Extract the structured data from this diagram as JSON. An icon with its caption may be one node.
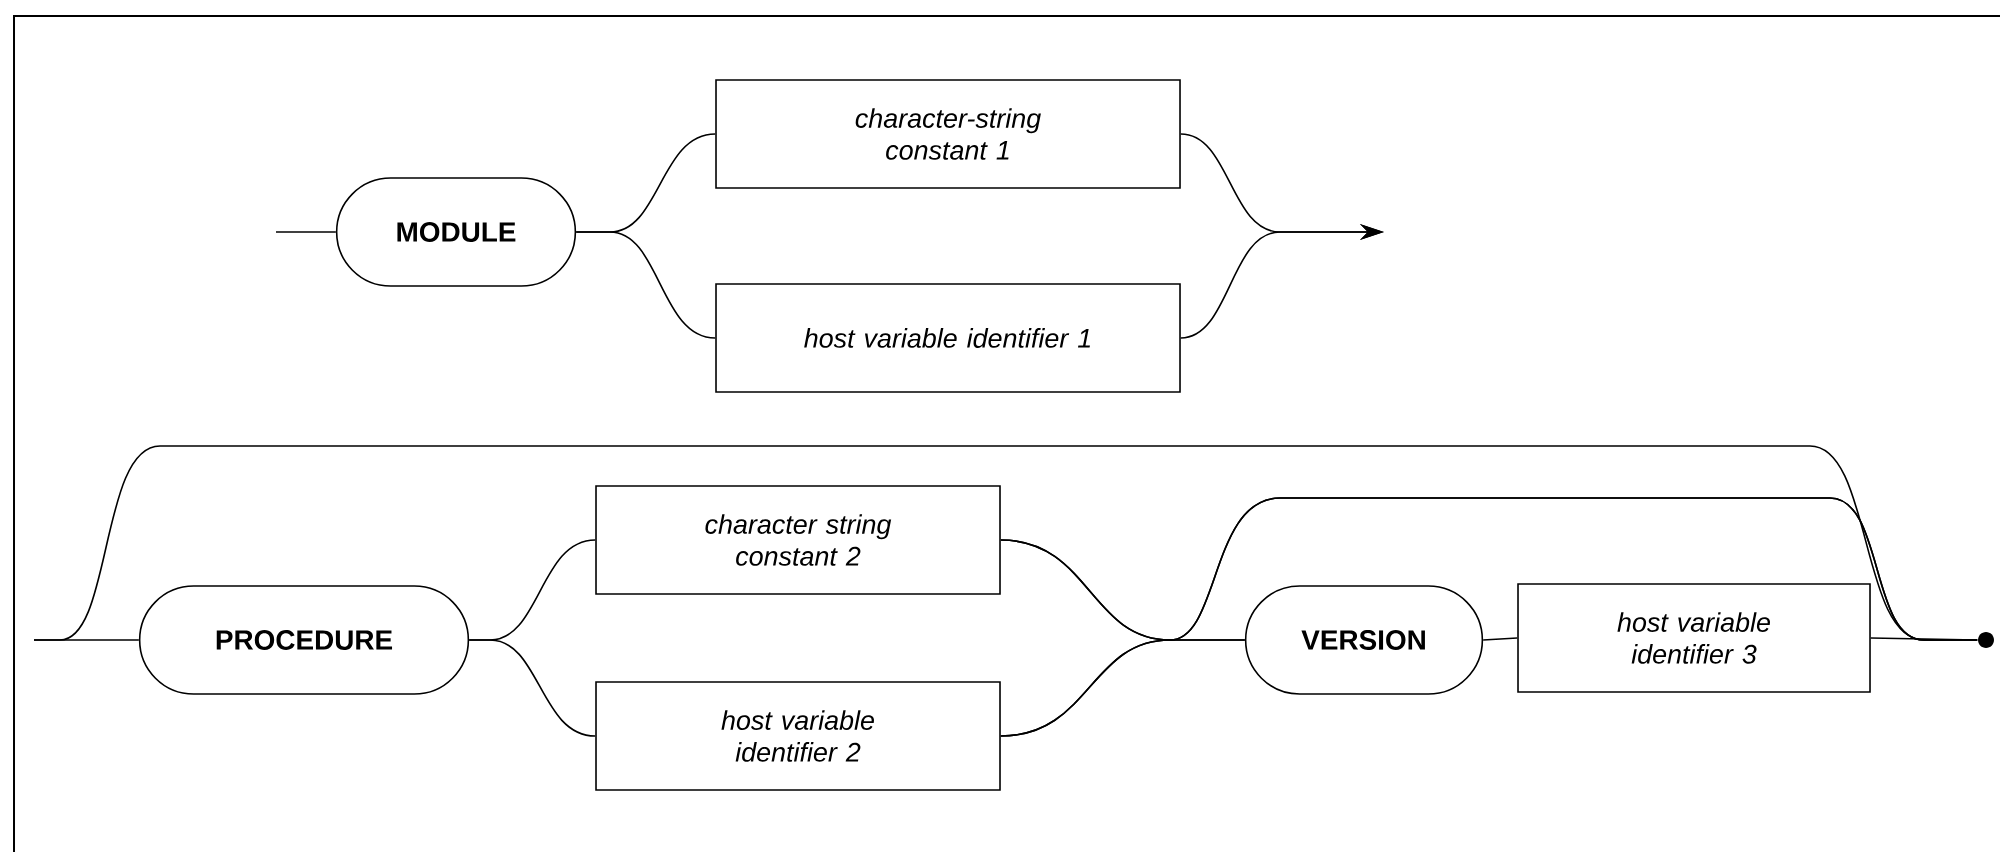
{
  "diagram": {
    "nodes": [
      {
        "text": [
          "MODULE"
        ]
      },
      {
        "text": [
          "character-string constant 1"
        ]
      },
      {
        "text": [
          "host variable identifier 1"
        ]
      },
      {
        "text": [
          "PROCEDURE"
        ]
      },
      {
        "text": [
          "character string constant 2"
        ]
      },
      {
        "text": [
          "host variable identifier 2"
        ]
      },
      {
        "text": [
          "VERSION"
        ]
      },
      {
        "text": [
          "host variable identifier 3"
        ]
      },
      {
        "text": [],
        "shape": "circle"
      }
    ],
    "edges": [
      {
        "from": null,
        "to": 0,
        "arrow": "none"
      },
      {
        "from": 0,
        "to": 1,
        "arrow": "none"
      },
      {
        "from": 0,
        "to": 2,
        "arrow": "none"
      },
      {
        "from": 1,
        "to": null,
        "arrow": "to"
      },
      {
        "from": 2,
        "to": null,
        "arrow": "to"
      },
      {
        "from": null,
        "to": 3,
        "arrow": "none"
      },
      {
        "from": 3,
        "to": 4,
        "arrow": "none"
      },
      {
        "from": 3,
        "to": 5,
        "arrow": "none"
      },
      {
        "from": 4,
        "to": 6,
        "arrow": "none"
      },
      {
        "from": 5,
        "to": 6,
        "arrow": "none"
      },
      {
        "from": 6,
        "to": 7,
        "arrow": "none"
      },
      {
        "from": 7,
        "to": 8,
        "arrow": "none"
      },
      {
        "from": 4,
        "to": 8,
        "arrow": "none"
      },
      {
        "from": 5,
        "to": 8,
        "arrow": "none"
      },
      {
        "from": null,
        "to": 8,
        "arrow": "none"
      }
    ]
  }
}
